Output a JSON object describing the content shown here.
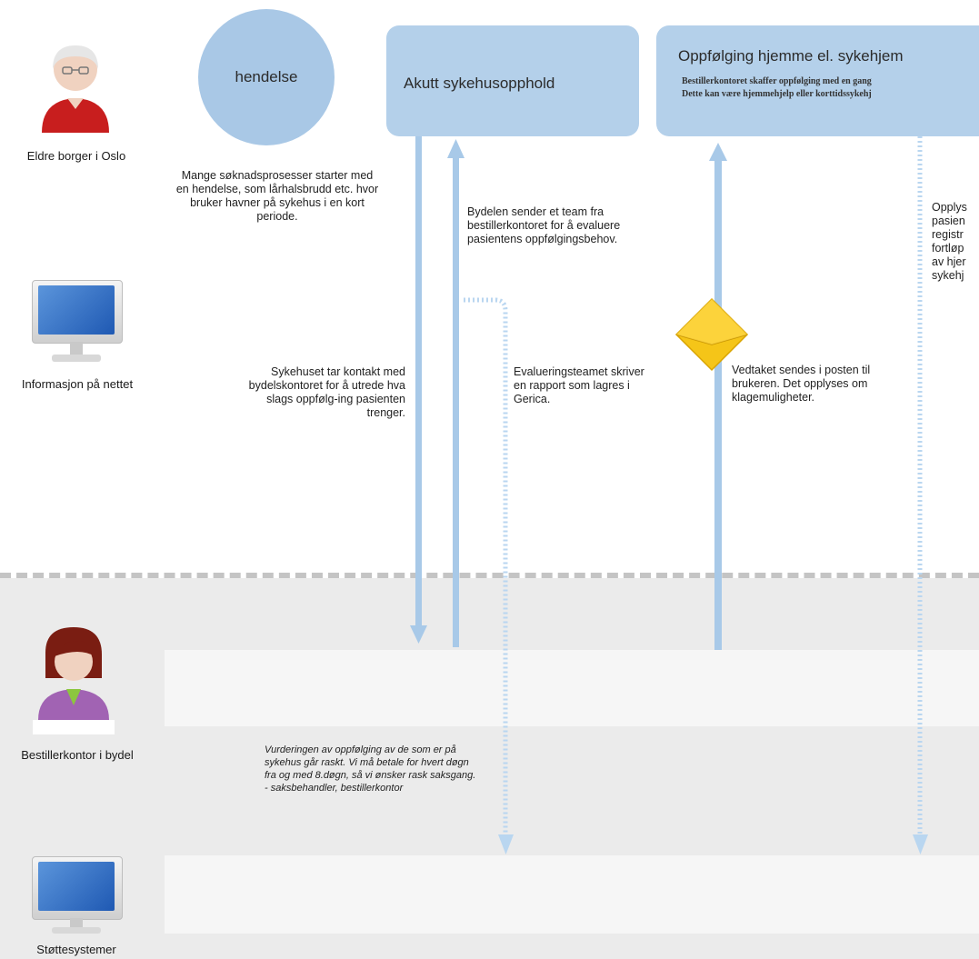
{
  "actors": {
    "citizen": "Eldre borger i Oslo",
    "web": "Informasjon på nettet",
    "office": "Bestillerkontor i bydel",
    "systems": "Støttesystemer"
  },
  "steps": {
    "event": "hendelse",
    "acute": "Akutt sykehusopphold",
    "followup_title": "Oppfølging hjemme el. sykehjem",
    "followup_sub1": "Bestillerkontoret skaffer oppfølging med en gang",
    "followup_sub2": "Dette kan være hjemmehjelp eller korttidssykehj"
  },
  "notes": {
    "event_desc": "Mange søknadsprosesser starter med en hendelse, som lårhalsbrudd etc. hvor bruker havner på sykehus i en kort periode.",
    "hospital_contact": "Sykehuset tar kontakt med bydelskontoret for å utrede hva slags oppfølg-ing pasienten trenger.",
    "team_sent": "Bydelen sender et team fra bestillerkontoret for å evaluere pasientens oppfølgingsbehov.",
    "report": "Evalueringsteamet skriver en rapport som lagres i Gerica.",
    "decision": "Vedtaket sendes i posten til brukeren. Det opplyses om klagemuligheter.",
    "info_right": [
      "Opplys",
      "pasien",
      "registr",
      "fortløp",
      "av hjer",
      "sykehj"
    ]
  },
  "quote": "Vurderingen av oppfølging av de som er på sykehus går raskt. Vi må betale for hvert døgn fra og med 8.døgn, så vi ønsker rask saksgang. - saksbehandler, bestillerkontor",
  "colors": {
    "arrow": "#a8c9e8",
    "box": "#b4d0ea",
    "circle": "#a9c8e6",
    "dotted": "#b9d6f0",
    "band": "#ebebeb",
    "divider": "#c4c4c4"
  },
  "icons": {
    "citizen": "elderly-person-icon",
    "web": "monitor-icon",
    "office": "female-clerk-icon",
    "systems": "monitor-icon",
    "letter": "envelope-icon"
  }
}
